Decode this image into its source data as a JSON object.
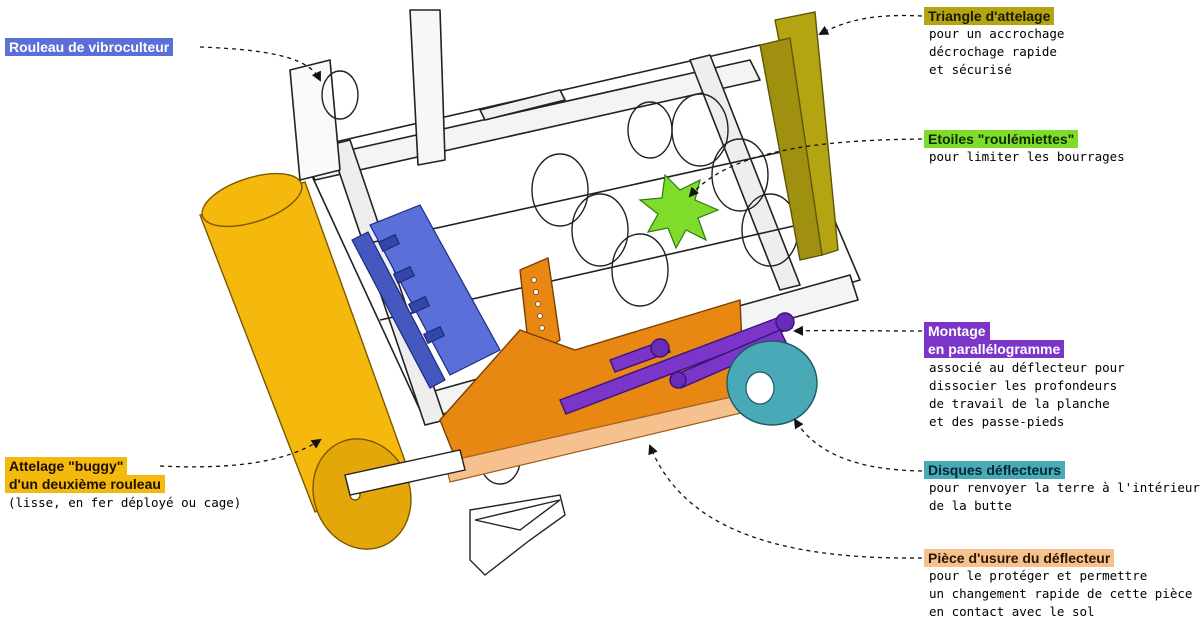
{
  "colors": {
    "roller_blue": "#5a6fd8",
    "yellow_roller": "#f5b80c",
    "olive_triangle": "#b4a412",
    "green_stars": "#7fdc2a",
    "purple_link": "#7b35c9",
    "teal_disc": "#4aa9b7",
    "orange_plate": "#e88712",
    "peach_wear": "#f6c08f"
  },
  "icons": [
    "machine-drawing",
    "dashed-leader-arrow"
  ],
  "callouts": {
    "rouleau": {
      "title": "Rouleau de vibroculteur",
      "desc": []
    },
    "triangle": {
      "title": "Triangle d'attelage",
      "desc": [
        "pour un accrochage",
        "décrochage rapide",
        "et sécurisé"
      ]
    },
    "etoiles": {
      "title": "Etoiles \"roulémiettes\"",
      "desc": [
        "pour limiter les bourrages"
      ]
    },
    "montage": {
      "title_lines": [
        "Montage",
        "en parallélogramme"
      ],
      "desc": [
        "associé au déflecteur pour",
        "dissocier les profondeurs",
        "de travail de la planche",
        "et des passe-pieds"
      ]
    },
    "disques": {
      "title": "Disques déflecteurs",
      "desc": [
        "pour renvoyer la terre à l'intérieur",
        "de la butte"
      ]
    },
    "piece": {
      "title": "Pièce d'usure du déflecteur",
      "desc": [
        "pour le protéger et permettre",
        "un changement rapide de cette pièce",
        "en contact avec le sol"
      ]
    },
    "attelage": {
      "title_lines": [
        "Attelage \"buggy\"",
        "d'un deuxième rouleau"
      ],
      "desc": [
        "(lisse, en fer déployé ou cage)"
      ]
    }
  }
}
